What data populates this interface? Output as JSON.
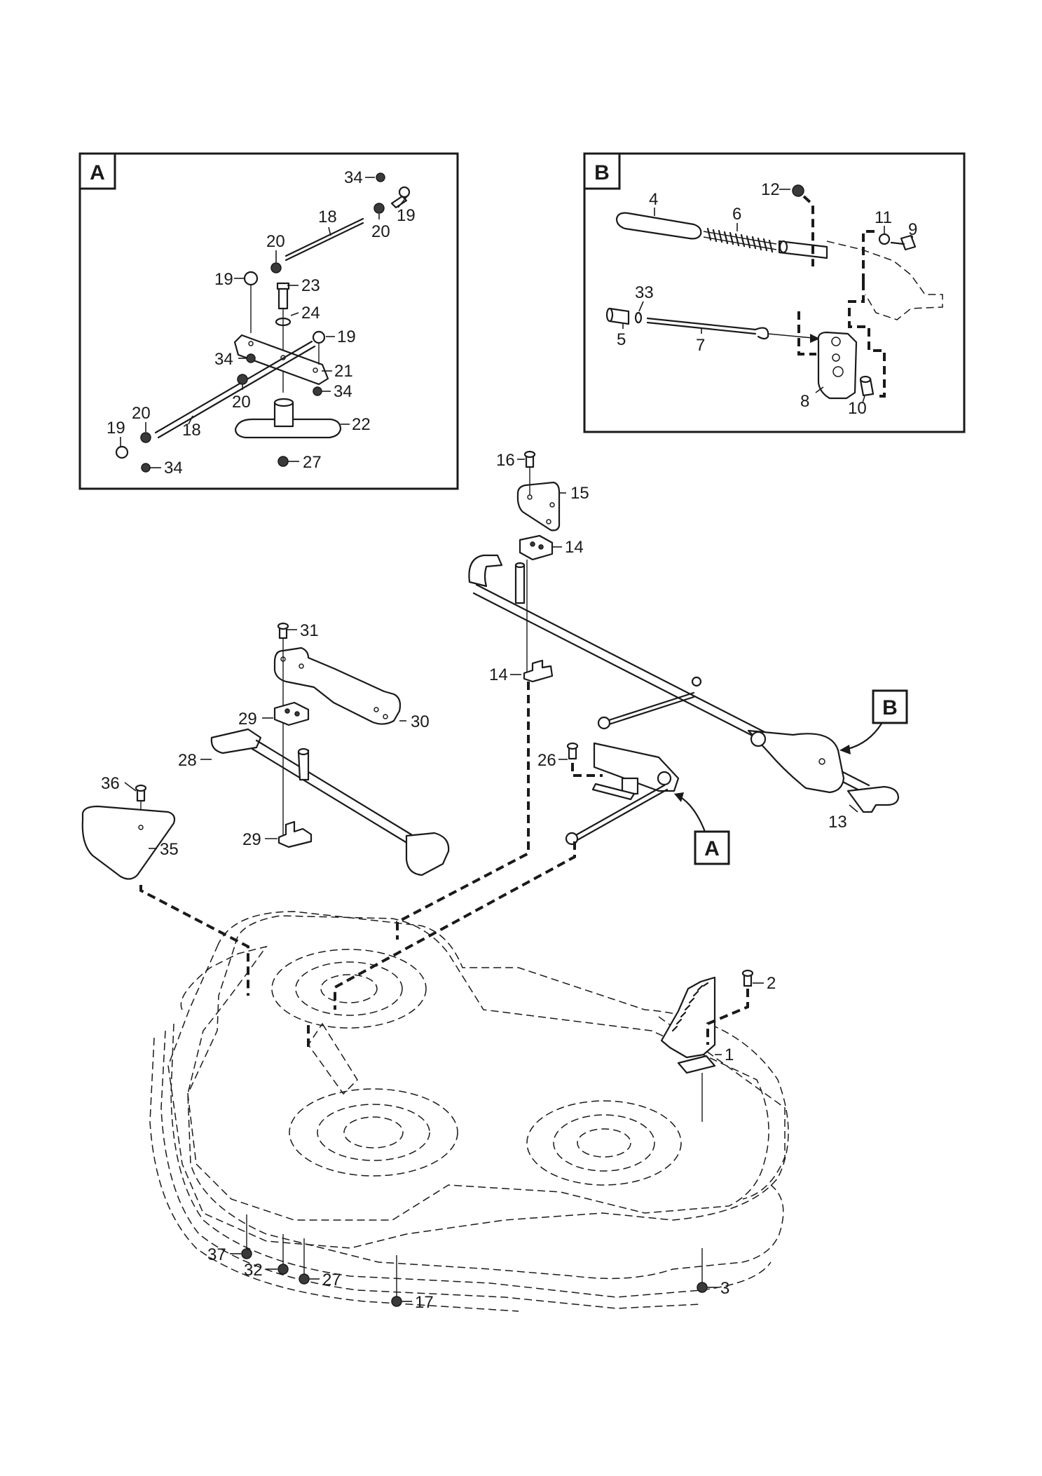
{
  "insets": {
    "a": {
      "letter": "A"
    },
    "b": {
      "letter": "B"
    }
  },
  "callouts": {
    "a": "A",
    "b": "B"
  },
  "labels": {
    "a_34_top": "34",
    "a_19_top": "19",
    "a_20_top": "20",
    "a_18_top": "18",
    "a_20_mid": "20",
    "a_19_left": "19",
    "a_23": "23",
    "a_24": "24",
    "a_19_right": "19",
    "a_34_left": "34",
    "a_21": "21",
    "a_34_right": "34",
    "a_20_low": "20",
    "a_20_bl": "20",
    "a_22": "22",
    "a_19_bl": "19",
    "a_18_low": "18",
    "a_34_bl": "34",
    "a_27": "27",
    "b_12": "12",
    "b_4": "4",
    "b_6": "6",
    "b_11": "11",
    "b_9": "9",
    "b_33": "33",
    "b_5": "5",
    "b_7": "7",
    "b_8": "8",
    "b_10": "10",
    "m_16": "16",
    "m_15": "15",
    "m_14_top": "14",
    "m_31": "31",
    "m_14_mid": "14",
    "m_29_top": "29",
    "m_30": "30",
    "m_28": "28",
    "m_26": "26",
    "m_36": "36",
    "m_13": "13",
    "m_29_low": "29",
    "m_35": "35",
    "m_2": "2",
    "m_1": "1",
    "m_37": "37",
    "m_32": "32",
    "m_27": "27",
    "m_3": "3",
    "m_17": "17"
  }
}
